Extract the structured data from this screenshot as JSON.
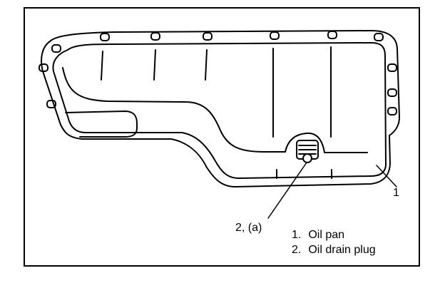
{
  "callouts": {
    "pan": "1",
    "plug": "2, (a)"
  },
  "legend": {
    "items": [
      {
        "num": "1.",
        "label": "Oil pan"
      },
      {
        "num": "2.",
        "label": "Oil drain plug"
      }
    ]
  },
  "colors": {
    "line": "#000000",
    "background": "#ffffff"
  }
}
